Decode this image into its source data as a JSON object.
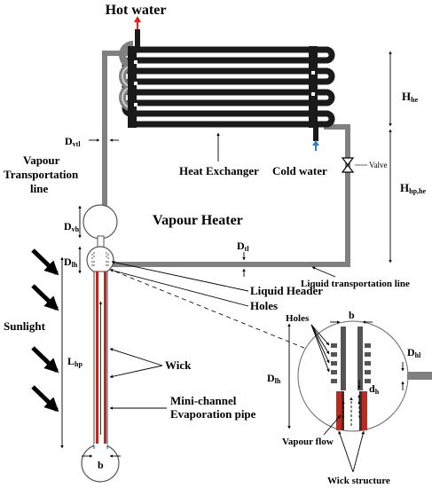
{
  "labels": {
    "hot_water": "Hot water",
    "cold_water": "Cold water",
    "heat_exchanger": "Heat Exchanger",
    "valve": "Valve",
    "vapour_heater": "Vapour Heater",
    "vapour_transportation_line_1": "Vapour",
    "vapour_transportation_line_2": "Transportation",
    "vapour_transportation_line_3": "line",
    "liquid_header": "Liquid Header",
    "holes": "Holes",
    "liquid_transportation_line": "Liquid transportation line",
    "sunlight": "Sunlight",
    "wick": "Wick",
    "evap_pipe_1": "Mini-channel",
    "evap_pipe_2": "Evaporation pipe",
    "detail_holes": "Holes",
    "vapour_flow": "Vapour flow",
    "wick_structure": "Wick structure"
  },
  "dims": {
    "d_vtl": {
      "main": "D",
      "sub": "vtl"
    },
    "d_vh": {
      "main": "D",
      "sub": "vh"
    },
    "d_lh": {
      "main": "D",
      "sub": "lh"
    },
    "d_tl": {
      "main": "D",
      "sub": "tl"
    },
    "l_hp": {
      "main": "L",
      "sub": "hp"
    },
    "h_he": {
      "main": "H",
      "sub": "he"
    },
    "h_hp_he": {
      "main": "H",
      "sub": "hp,he"
    },
    "b_main": {
      "main": "b",
      "sub": ""
    },
    "b_detail": {
      "main": "b",
      "sub": ""
    },
    "d_lh_detail": {
      "main": "D",
      "sub": "lh"
    },
    "d_hl": {
      "main": "D",
      "sub": "hl"
    },
    "d_h": {
      "main": "d",
      "sub": "h"
    }
  },
  "colors": {
    "pipe": "#808080",
    "exchanger": "#1a1a1a",
    "hot_arrow": "#e02020",
    "cold_arrow": "#2a7fd4",
    "wick": "#c0281e"
  }
}
